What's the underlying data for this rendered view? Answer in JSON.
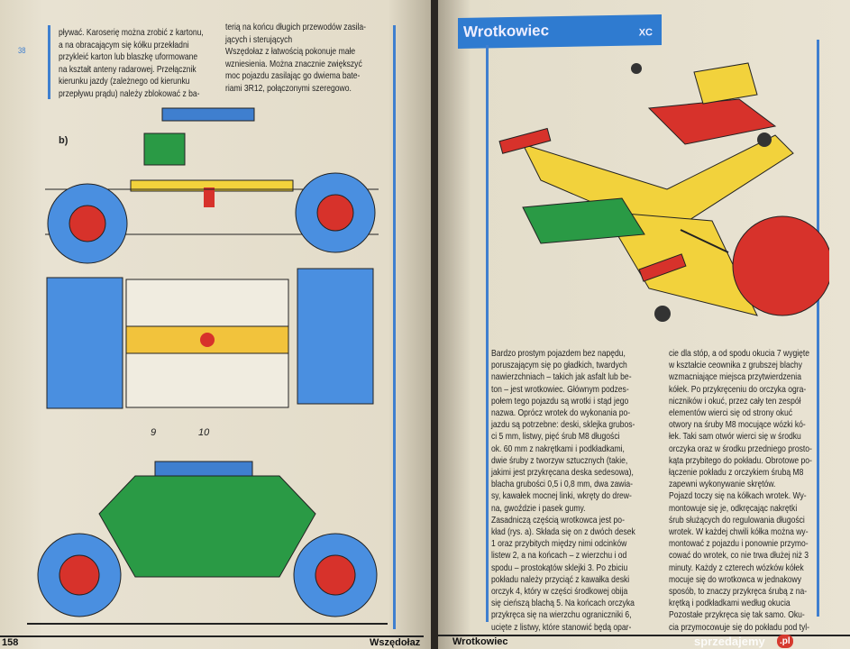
{
  "left_page": {
    "margin_ref": "38",
    "col1": [
      "pływać. Karoserię można zrobić z kartonu,",
      "a na obracającym się kółku przekładni",
      "przykleić karton lub blaszkę uformowane",
      "na kształt anteny radarowej. Przełącznik",
      "kierunku jazdy (zależnego od kierunku",
      "przepływu prądu) należy zblokować z ba-"
    ],
    "col2": [
      "terią na końcu długich przewodów zasila-",
      "jących i sterujących",
      "Wszędołaz z łatwością pokonuje małe",
      "wzniesienia. Można znacznie zwiększyć",
      "moc pojazdu zasilając go dwiema bate-",
      "riami 3R12, połączonymi szeregowo."
    ],
    "figure_label": "b)",
    "part_labels": [
      "9",
      "10"
    ],
    "page_number": "158",
    "running_title": "Wszędołaz"
  },
  "right_page": {
    "title": "Wrotkowiec",
    "tag": "XC",
    "col1": [
      "Bardzo prostym pojazdem bez napędu,",
      "poruszającym się po gładkich, twardych",
      "nawierzchniach – takich jak asfalt lub be-",
      "ton – jest wrotkowiec. Głównym podzes-",
      "połem tego pojazdu są wrotki i stąd jego",
      "nazwa. Oprócz wrotek do wykonania po-",
      "jazdu są potrzebne: deski, sklejka grubos-",
      "ci 5 mm, listwy, pięć śrub M8 długości",
      "ok. 60 mm z nakrętkami i podkładkami,",
      "dwie śruby z tworzyw sztucznych (takie,",
      "jakimi jest przykręcana deska sedesowa),",
      "blacha grubości 0,5 i 0,8 mm, dwa zawia-",
      "sy, kawałek mocnej linki, wkręty do drew-",
      "na, gwoździe i pasek gumy.",
      "Zasadniczą częścią wrotkowca jest po-",
      "kład (rys. a). Składa się on z dwóch desek",
      "1 oraz przybitych między nimi odcinków",
      "listew 2, a na końcach – z wierzchu i od",
      "spodu – prostokątów sklejki 3. Po zbiciu",
      "pokładu należy przyciąć z kawałka deski",
      "orczyk 4, który w części środkowej obija",
      "się cieńszą blachą 5. Na końcach orczyka",
      "przykręca się na wierzchu ograniczniki 6,",
      "ucięte z listwy, które stanowić będą opar-"
    ],
    "col2": [
      "cie dla stóp, a od spodu okucia 7 wygięte",
      "w kształcie ceownika z grubszej blachy",
      "wzmacniające miejsca przytwierdzenia",
      "kółek. Po przykręceniu do orczyka ogra-",
      "niczników i okuć, przez cały ten zespół",
      "elementów wierci się od strony okuć",
      "otwory na śruby M8 mocujące wózki kó-",
      "łek. Taki sam otwór wierci się w środku",
      "orczyka oraz w środku przedniego prosto-",
      "kąta przybitego do pokładu. Obrotowe po-",
      "łączenie pokładu z orczykiem śrubą M8",
      "zapewni wykonywanie skrętów.",
      "Pojazd toczy się na kółkach wrotek. Wy-",
      "montowuje się je, odkręcając nakrętki",
      "śrub służących do regulowania długości",
      "wrotek. W każdej chwili kółka można wy-",
      "montować z pojazdu i ponownie przymo-",
      "cować do wrotek, co nie trwa dłużej niż 3",
      "minuty. Każdy z czterech wózków kółek",
      "mocuje się do wrotkowca w jednakowy",
      "sposób, to znaczy przykręca śrubą z na-",
      "krętką i podkładkami według okucia",
      "Pozostałe przykręca się tak samo. Oku-",
      "cia przymocowuje się do pokładu pod tyl-"
    ],
    "running_title": "Wrotkowiec"
  },
  "watermark": {
    "text": "sprzedajemy",
    "badge": ".pl"
  },
  "colors": {
    "blue": "#3f7fcf",
    "red": "#d7322b",
    "yellow": "#f2d23c",
    "green": "#2a9a45"
  }
}
